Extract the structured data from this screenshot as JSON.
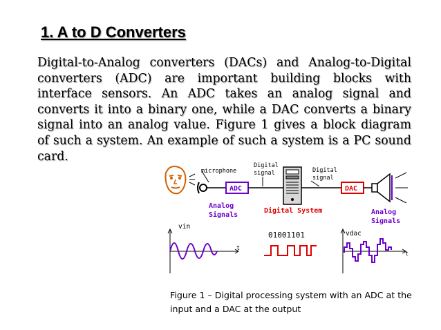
{
  "slide": {
    "title": "1. A to D Converters",
    "paragraph": "Digital-to-Analog converters (DACs) and Analog-to-Digital converters (ADC) are important building blocks with interface sensors. An ADC takes an analog signal and converts it into a binary one, while a DAC converts a binary signal into an analog value. Figure 1 gives a block diagram of such a system. An example of such a system is a PC sound card.",
    "caption": "Figure 1 – Digital processing system with an ADC at the input and a DAC at the output"
  },
  "figure": {
    "microphone_label": "microphone",
    "digital_signal_label_1": "Digital",
    "digital_signal_label_2": "signal",
    "digital_signal_right_label_1": "Digital",
    "digital_signal_right_label_2": "signal",
    "adc_label": "ADC",
    "dac_label": "DAC",
    "analog_left_1": "Analog",
    "analog_left_2": "Signals",
    "digital_system_label": "Digital System",
    "analog_right_1": "Analog",
    "analog_right_2": "Signals",
    "vin_label": "vin",
    "binary_label": "01001101",
    "vdac_label": "vdac",
    "t_label_1": "t",
    "t_label_2": "t",
    "colors": {
      "purple": "#6a00cc",
      "red": "#e00000",
      "orange": "#d06000",
      "black": "#000000"
    }
  }
}
